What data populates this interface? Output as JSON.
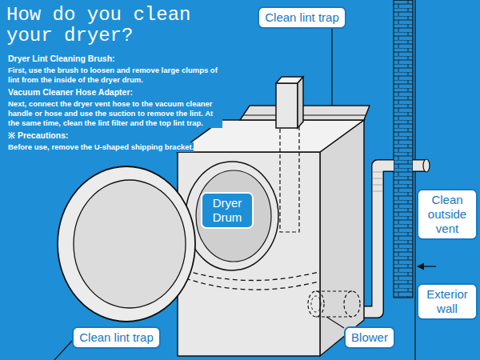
{
  "diagram": {
    "title": "How do you clean your dryer?",
    "nodes": [
      {
        "text": [
          "Clean lint trap"
        ]
      },
      {
        "text": [
          "Dryer Drum"
        ]
      },
      {
        "text": [
          "Clean outside vent"
        ]
      },
      {
        "text": [
          "Exterior wall"
        ]
      },
      {
        "text": [
          "Blower"
        ]
      },
      {
        "text": [
          "Clean lint trap"
        ]
      }
    ],
    "labels": [
      "Dryer Lint Cleaning Brush:",
      "First, use the brush to loosen and remove large clumps of lint from the inside of the dryer drum.",
      "Vacuum Cleaner Hose Adapter:",
      "Next, connect the dryer vent hose to the vacuum cleaner handle or hose and use the suction to remove the lint. At the same time, clean the lint filter and the top lint trap.",
      "※ Precautions:",
      "Before use, remove the U-shaped shipping bracket."
    ]
  }
}
